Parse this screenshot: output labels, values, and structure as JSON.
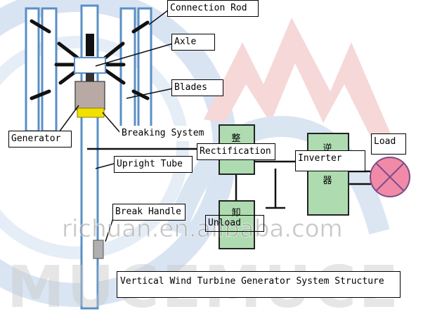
{
  "labels": {
    "connection_rod": "Connection Rod",
    "axle": "Axle",
    "blades": "Blades",
    "generator": "Generator",
    "breaking_system": "Breaking System",
    "upright_tube": "Upright Tube",
    "rectification": "Rectification",
    "inverter": "Inverter",
    "load": "Load",
    "break_handle": "Break Handle",
    "unload": "Unload",
    "caption": "Vertical Wind Turbine Generator System Structure"
  },
  "cjk": {
    "rect_char": "整",
    "unload_char": "卸",
    "inv_char_1": "逆",
    "inv_char_2": "器"
  },
  "watermark": {
    "url": "richuan.en.alibaba.com",
    "brand": "MUCEMUCE"
  },
  "colors": {
    "frame_blue": "#5a8fc6",
    "box_green": "#aedcb0",
    "generator_gray": "#b8a9a4",
    "breaking_yellow": "#f2e000",
    "load_pink": "#f18aa6",
    "watermark_red": "#f2b8b8",
    "watermark_blue": "#c9d9ee"
  }
}
